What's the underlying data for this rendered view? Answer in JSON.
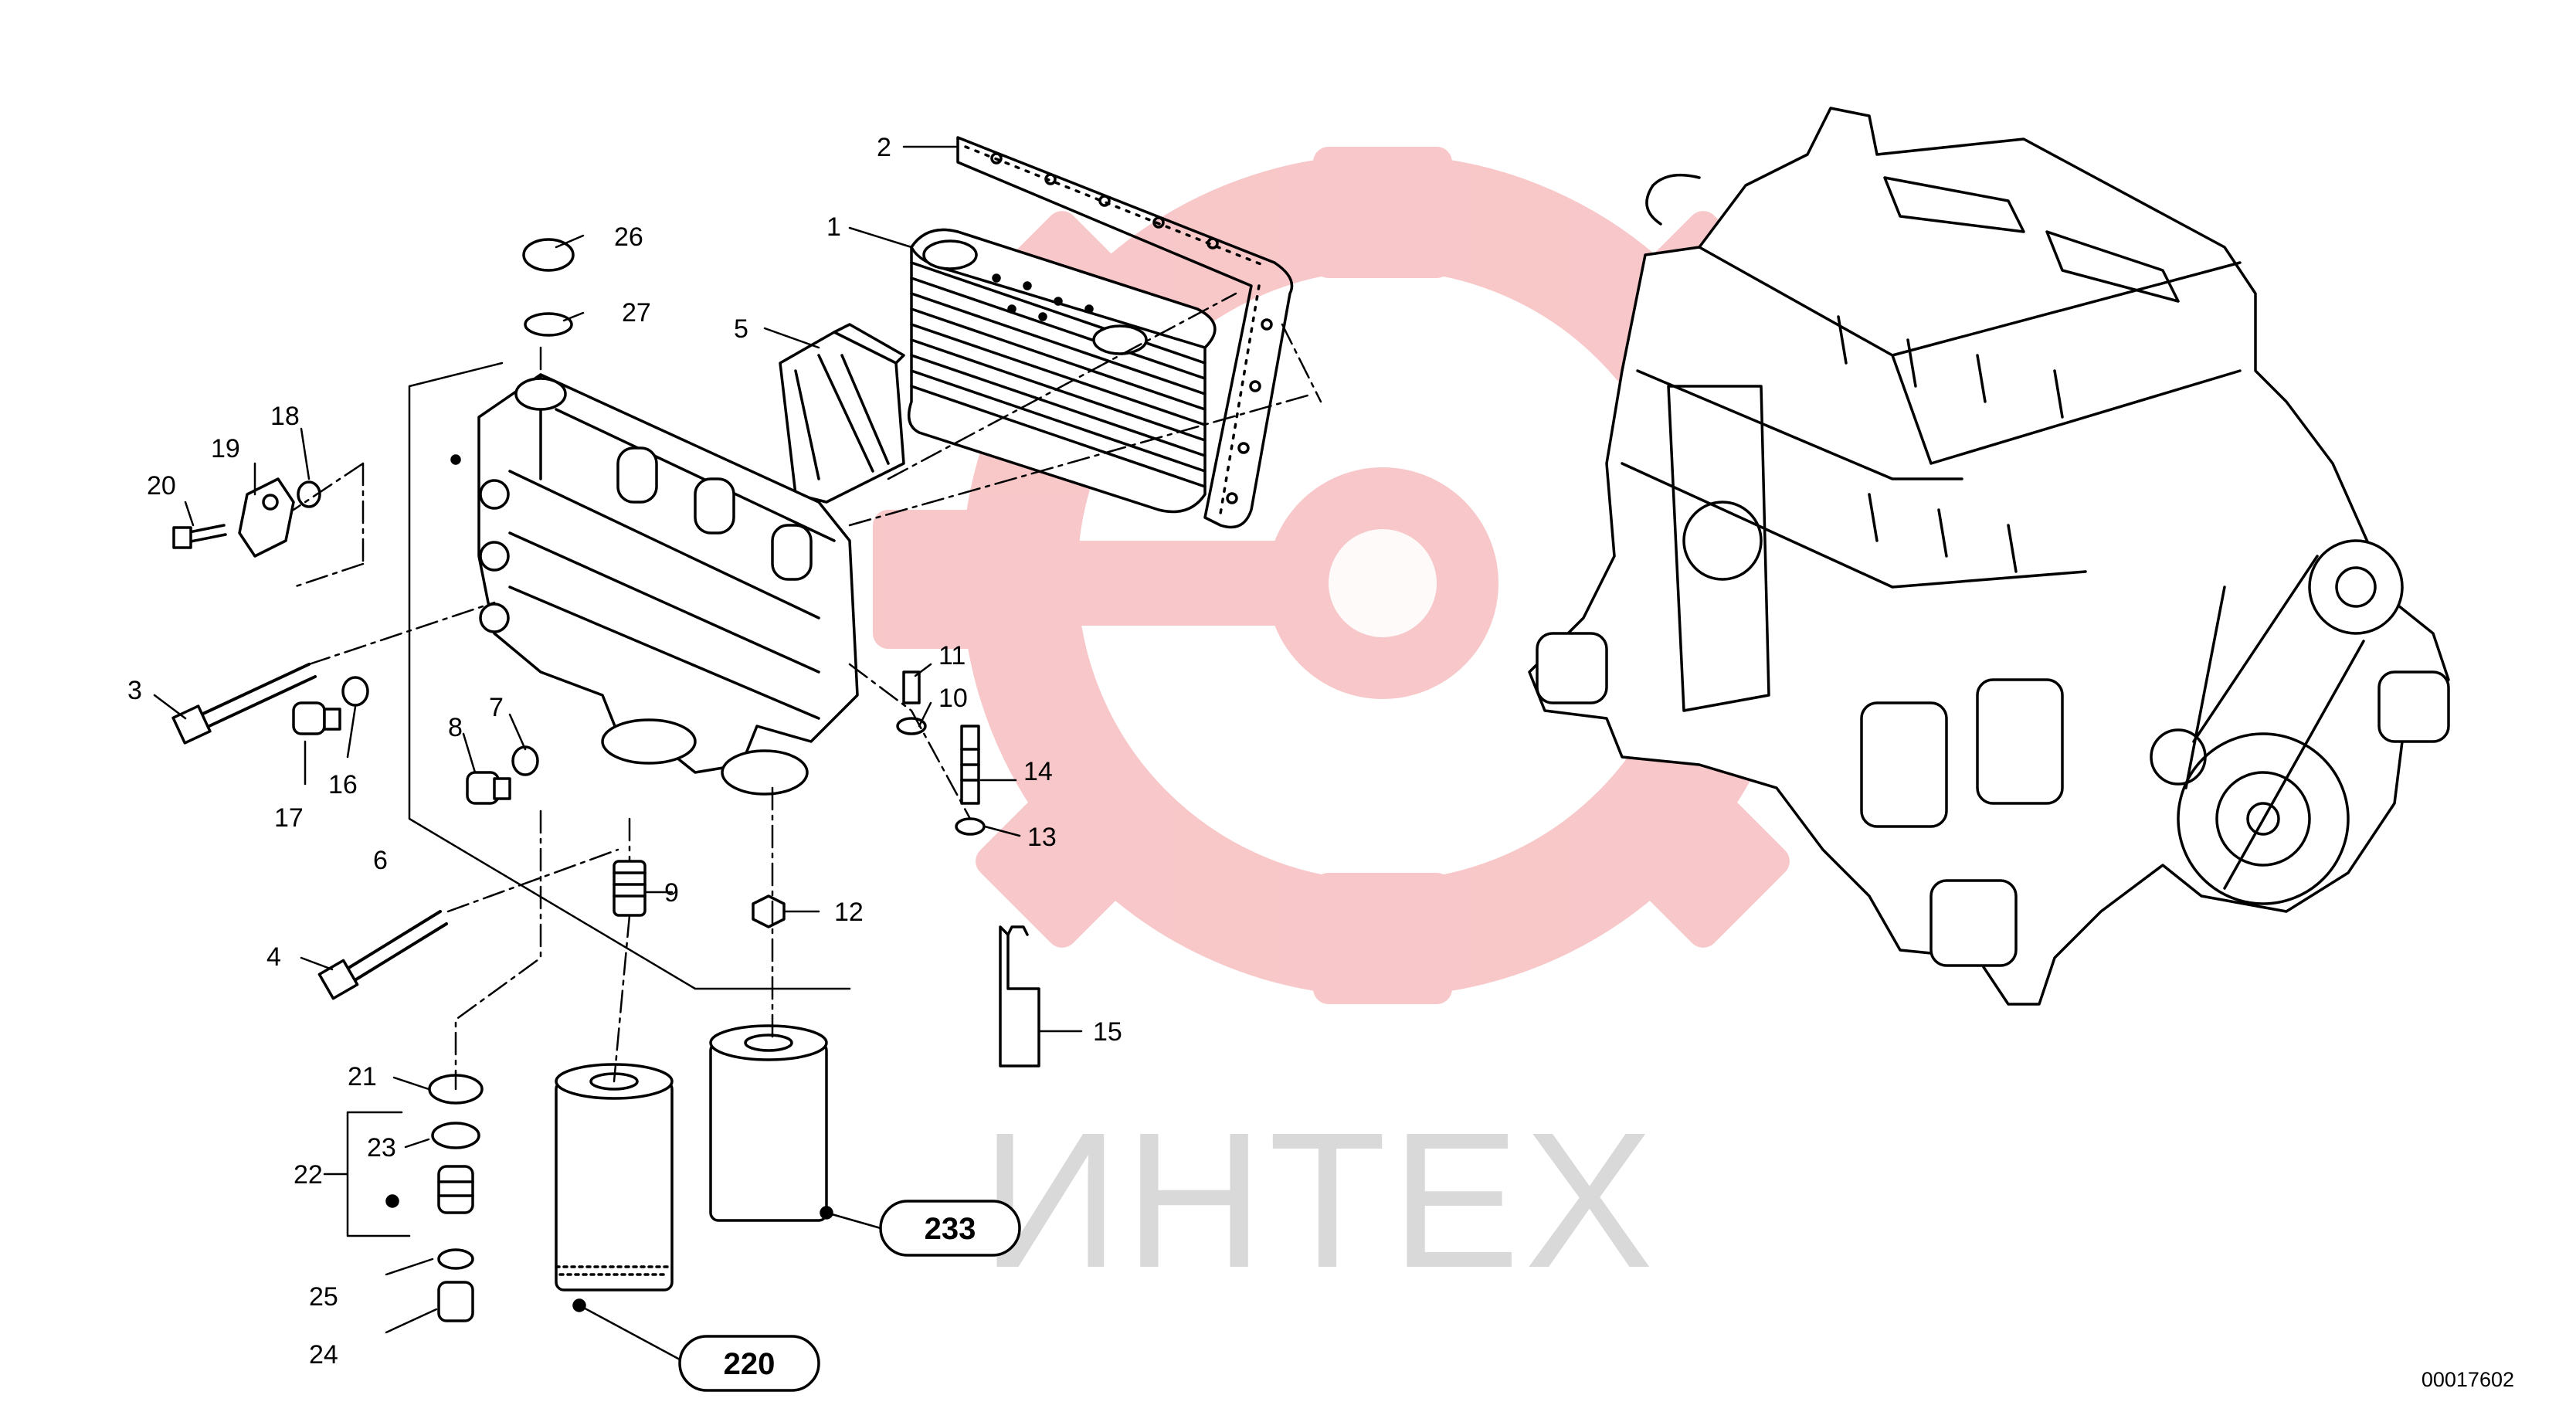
{
  "diagram": {
    "document_number": "00017602",
    "watermark": {
      "text": "ИНТЕХ",
      "emblem_color": "#f5b5b7",
      "text_color": "#d9d9d9"
    },
    "callouts": [
      "1",
      "2",
      "3",
      "4",
      "5",
      "6",
      "7",
      "8",
      "9",
      "10",
      "11",
      "12",
      "13",
      "14",
      "15",
      "16",
      "17",
      "18",
      "19",
      "20",
      "21",
      "22",
      "23",
      "24",
      "25",
      "26",
      "27"
    ],
    "references": [
      "233",
      "220"
    ],
    "line_color": "#000000"
  }
}
